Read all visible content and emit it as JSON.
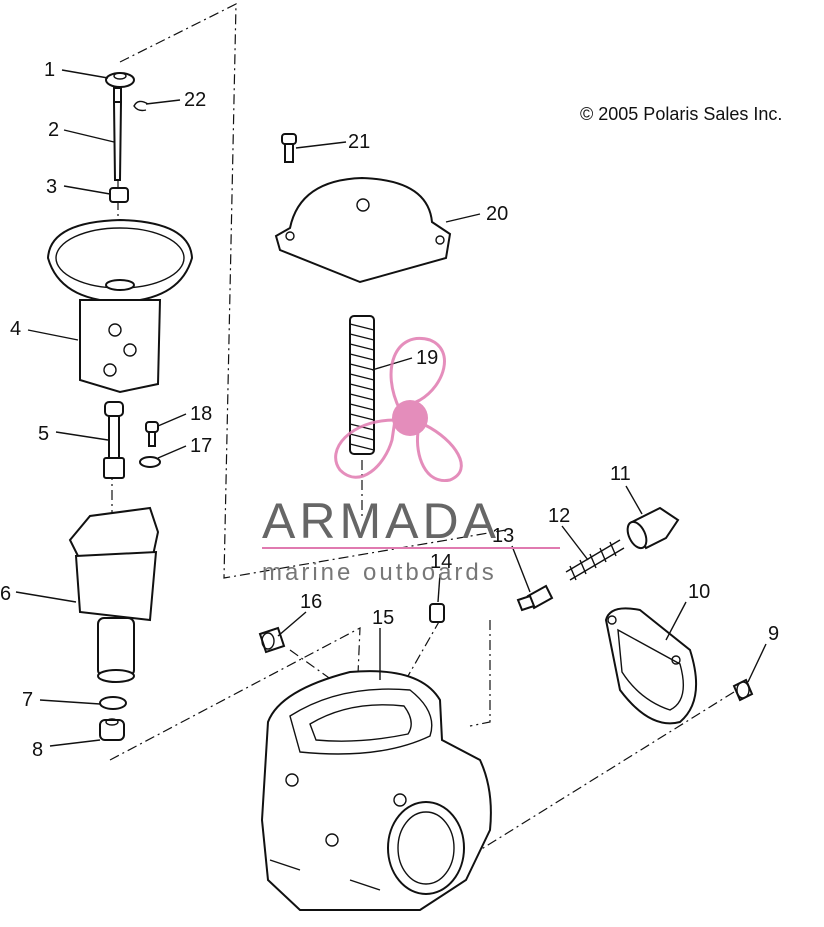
{
  "copyright": "© 2005 Polaris Sales Inc.",
  "watermark": {
    "title": "ARMADA",
    "subtitle": "marine outboards",
    "color": "#e07ab0"
  },
  "callouts": [
    "1",
    "2",
    "3",
    "4",
    "5",
    "6",
    "7",
    "8",
    "9",
    "10",
    "11",
    "12",
    "13",
    "14",
    "15",
    "16",
    "17",
    "18",
    "19",
    "20",
    "21",
    "22"
  ]
}
